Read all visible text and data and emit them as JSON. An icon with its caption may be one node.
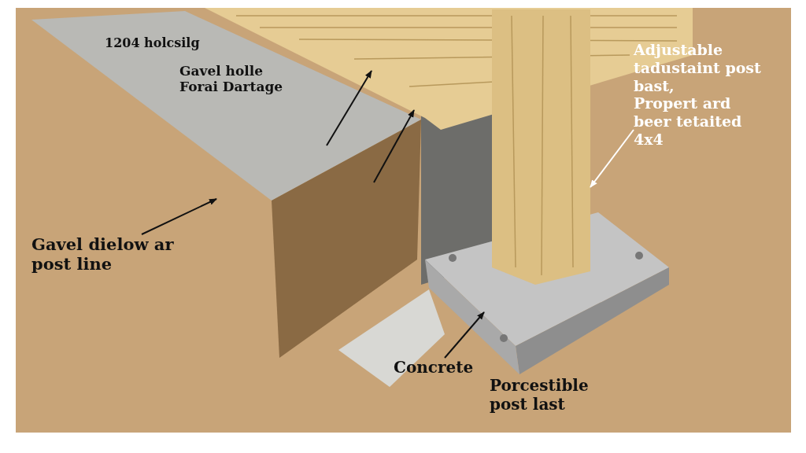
{
  "diagram": {
    "nodes": [
      {
        "text": [
          "Adjustable tadustaint post bast,",
          "Propert ard beer tetaited 4x4"
        ]
      },
      {
        "text": [
          "Gavel dielow ar post line"
        ]
      },
      {
        "text": [
          "Concrete"
        ]
      },
      {
        "text": [],
        "shape": "picture"
      },
      {
        "text": [],
        "shape": "picture"
      },
      {
        "text": [],
        "shape": "picture"
      },
      {
        "text": [],
        "shape": "picture"
      }
    ],
    "edges": [
      {
        "from": 4,
        "to": 3,
        "arrow": "to"
      },
      {
        "from": 4,
        "to": 3,
        "arrow": "to"
      },
      {
        "from": 0,
        "to": 5,
        "arrow": "to",
        "color": "#ffffff"
      },
      {
        "from": 1,
        "to": 4,
        "arrow": "to"
      },
      {
        "from": 2,
        "to": 6,
        "arrow": "to"
      }
    ],
    "labels": [
      "1204 holcsilg",
      "Gavel holle Forai Dartage",
      "Porcestible post last"
    ]
  }
}
